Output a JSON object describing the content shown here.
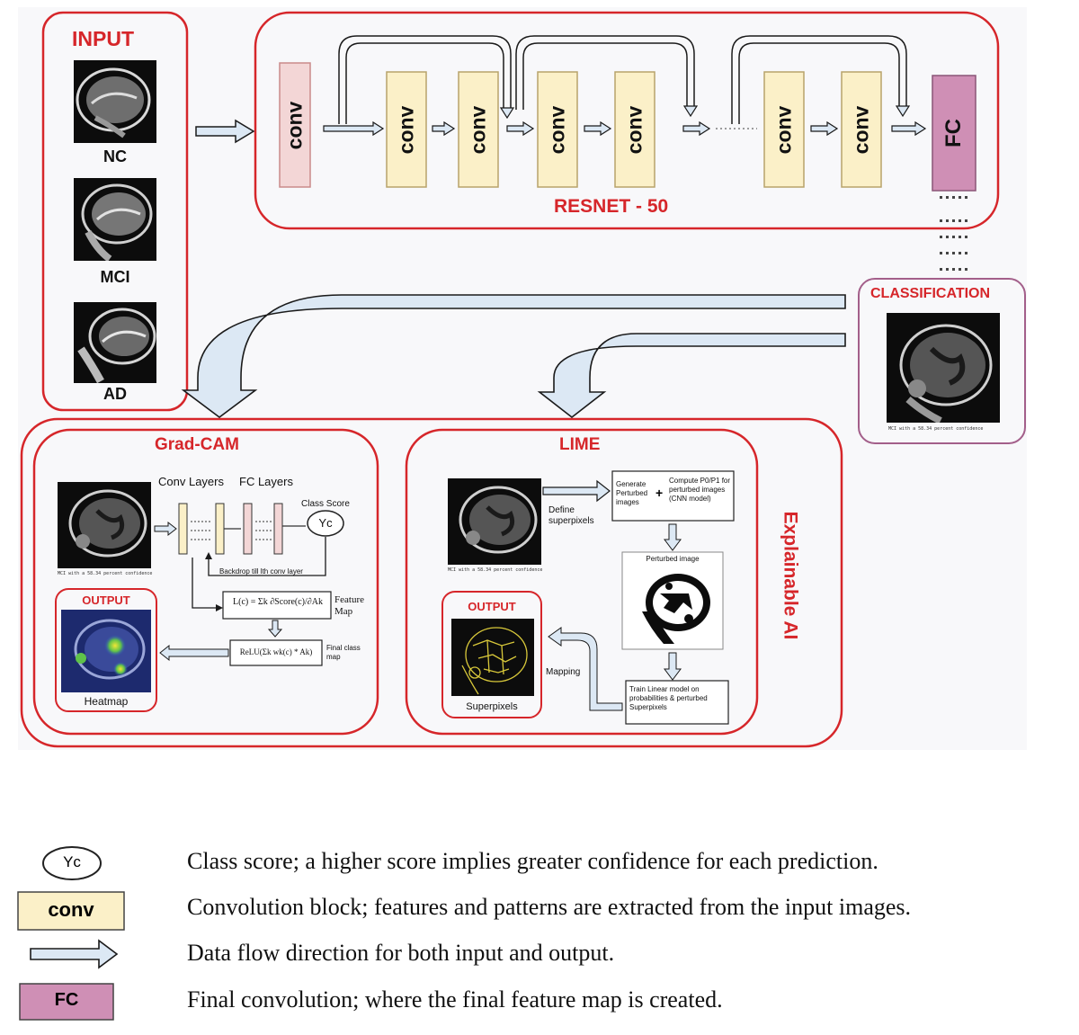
{
  "input": {
    "title": "INPUT",
    "images": [
      {
        "label": "NC"
      },
      {
        "label": "MCI"
      },
      {
        "label": "AD"
      }
    ]
  },
  "resnet": {
    "title": "RESNET - 50",
    "conv_label": "conv",
    "fc_label": "FC"
  },
  "classification": {
    "title": "CLASSIFICATION",
    "caption": "MCI with a 58.34 percent confidence"
  },
  "gradcam": {
    "title": "Grad-CAM",
    "conv_layers": "Conv Layers",
    "fc_layers": "FC Layers",
    "class_score": "Class Score",
    "yc": "Yc",
    "backdrop": "Backdrop till lth conv layer",
    "formula": "L(c) = Σk ∂Score(c)/∂Ak",
    "feature_map": "Feature Map",
    "relu": "ReLU(Σk wk(c) * Ak)",
    "final_class_map": "Final class map",
    "output_title": "OUTPUT",
    "heatmap": "Heatmap",
    "caption": "MCI with a 58.34 percent confidence"
  },
  "lime": {
    "title": "LIME",
    "define_superpixels": "Define superpixels",
    "generate": "Generate Perturbed images",
    "compute": "Compute P0/P1 for perturbed images (CNN model)",
    "perturbed_image": "Perturbed image",
    "train": "Train Linear model on probabilities & perturbed Superpixels",
    "mapping": "Mapping",
    "output_title": "OUTPUT",
    "superpixels": "Superpixels",
    "caption": "MCI with a 58.34 percent confidence"
  },
  "explainable": {
    "label": "Explainable AI"
  },
  "legend": {
    "items": [
      {
        "icon": "yc",
        "icon_text": "Yc",
        "text": "Class score; a higher score implies greater confidence for each prediction."
      },
      {
        "icon": "conv",
        "icon_text": "conv",
        "text": "Convolution block; features and patterns are extracted from the input images."
      },
      {
        "icon": "arrow",
        "icon_text": "",
        "text": "Data flow direction for both input and output."
      },
      {
        "icon": "fc",
        "icon_text": "FC",
        "text": "Final convolution; where the final feature map is created."
      }
    ]
  },
  "colors": {
    "frame_red": "#d6262a",
    "conv_fill": "#fbf0c8",
    "first_conv_fill": "#f3d6d6",
    "fc_fill": "#cf8fb5",
    "arrow_fill": "#dce8f4",
    "arrow_stroke": "#1a1a1a"
  }
}
